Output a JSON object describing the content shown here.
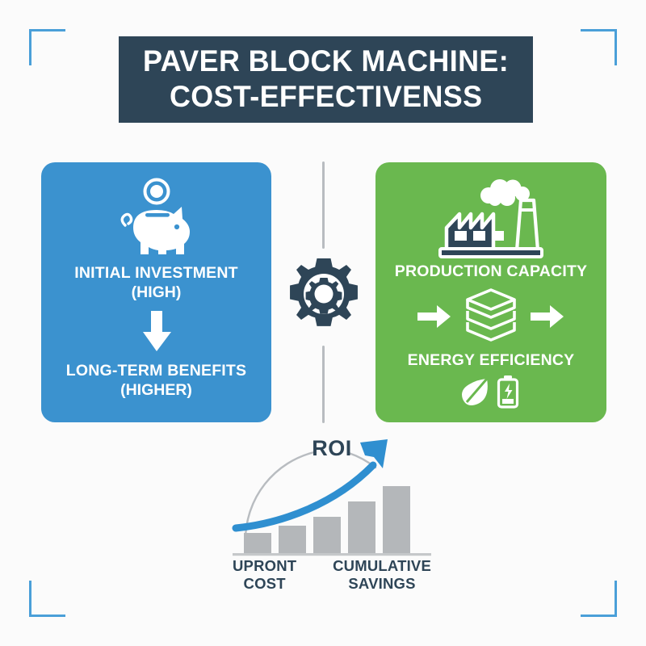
{
  "theme": {
    "background": "#fbfbfb",
    "navy": "#2e4557",
    "blue": "#3b92cf",
    "green": "#6ab84f",
    "accent_blue": "#4a9fd8",
    "bar_gray": "#b4b7ba",
    "divider_gray": "#b8bcc0",
    "white": "#ffffff"
  },
  "header": {
    "title_line1": "PAVER BLOCK MACHINE:",
    "title_line2": "COST-EFFECTIVENSS"
  },
  "corners": {
    "top_left": "corner-bracket",
    "top_right": "corner-bracket",
    "bottom_left": "corner-bracket",
    "bottom_right": "corner-bracket"
  },
  "left_card": {
    "icon": "piggy-bank-icon",
    "coin_icon": "coin-icon",
    "label_top": "INITIAL INVESTMENT",
    "label_top_sub": "(HIGH)",
    "arrow_icon": "arrow-down-icon",
    "label_bottom": "LONG-TERM BENEFITS",
    "label_bottom_sub": "(HIGHER)"
  },
  "center": {
    "gear_icon": "gear-icon",
    "divider_top": "vertical-divider",
    "divider_bottom": "vertical-divider"
  },
  "right_card": {
    "icon": "factory-icon",
    "label_top": "PRODUCTION CAPACITY",
    "arrow_left_icon": "arrow-right-icon",
    "blocks_icon": "stacked-paver-blocks-icon",
    "arrow_right_icon": "arrow-right-icon",
    "label_bottom": "ENERGY EFFICIENCY",
    "leaf_icon": "leaf-icon",
    "battery_icon": "battery-charge-icon"
  },
  "chart_data": {
    "type": "bar",
    "title": "ROI",
    "categories": [
      "",
      "",
      "",
      "",
      ""
    ],
    "values": [
      22,
      31,
      42,
      62,
      80
    ],
    "ylim": [
      0,
      100
    ],
    "xlabel": "",
    "ylabel": "",
    "grid": false,
    "legend": null,
    "bar_color": "#b4b7ba",
    "annotations": [
      {
        "name": "growth-arrow",
        "type": "curved-arrow",
        "color": "#2f8fd0"
      },
      {
        "name": "roi-arc",
        "type": "arc",
        "color": "#b8bcc0"
      }
    ],
    "axis_labels": {
      "left_line1": "UPRONT",
      "left_line2": "COST",
      "right_line1": "CUMULATIVE",
      "right_line2": "SAVINGS"
    }
  }
}
